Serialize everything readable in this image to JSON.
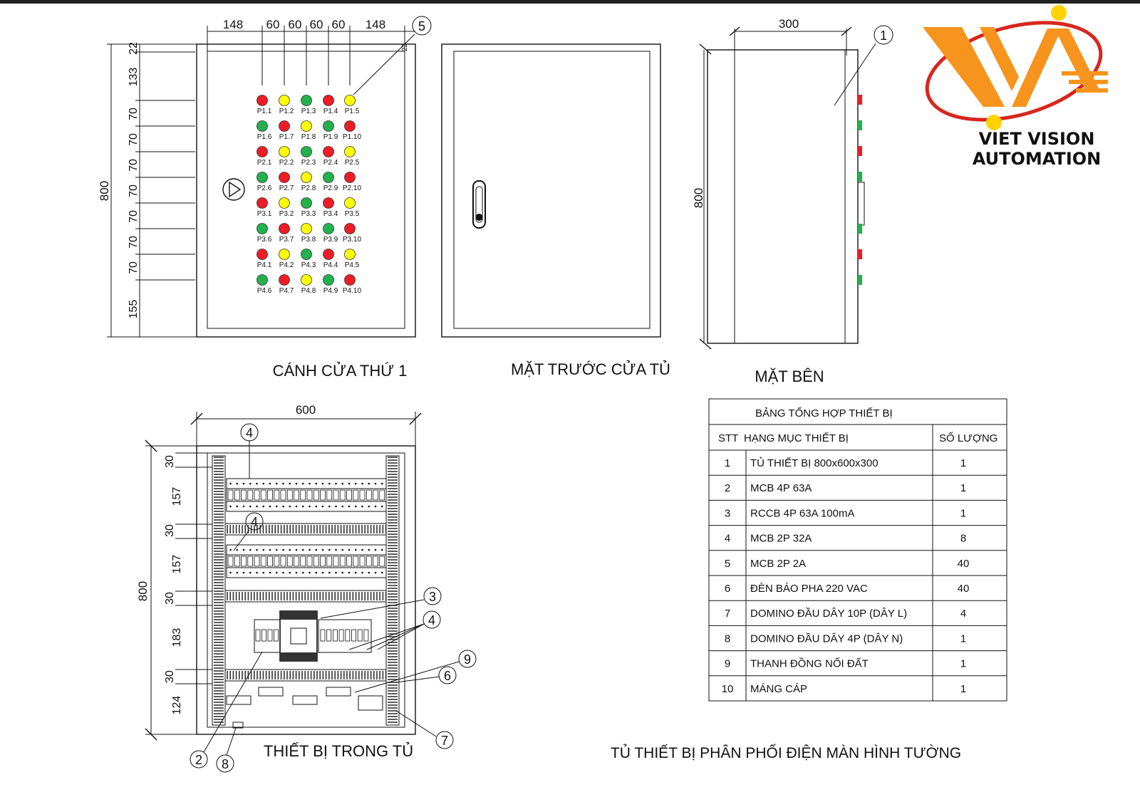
{
  "titles": {
    "door1": "CÁNH CỬA THỨ 1",
    "front": "MẶT TRƯỚC CỬA TỦ",
    "side": "MẶT BÊN",
    "inside": "THIẾT BỊ TRONG TỦ",
    "main": "TỦ THIẾT BỊ PHÂN PHỐI ĐIỆN MÀN HÌNH TƯỜNG"
  },
  "logo": {
    "line1": "VIET VISION",
    "line2": "AUTOMATION"
  },
  "door1": {
    "top_dims": [
      "148",
      "60",
      "60",
      "60",
      "60",
      "148"
    ],
    "right_dim": "22",
    "height_dim": "800",
    "left_dims": [
      "22",
      "133",
      "70",
      "70",
      "70",
      "70",
      "70",
      "70",
      "70",
      "155"
    ],
    "lamp_rows": [
      [
        "P1.1",
        "P1.2",
        "P1.3",
        "P1.4",
        "P1.5"
      ],
      [
        "P1.6",
        "P1.7",
        "P1.8",
        "P1.9",
        "P1.10"
      ],
      [
        "P2.1",
        "P2.2",
        "P2.3",
        "P2.4",
        "P2.5"
      ],
      [
        "P2.6",
        "P2.7",
        "P2.8",
        "P2.9",
        "P2.10"
      ],
      [
        "P3.1",
        "P3.2",
        "P3.3",
        "P3.4",
        "P3.5"
      ],
      [
        "P3.6",
        "P3.7",
        "P3.8",
        "P3.9",
        "P3.10"
      ],
      [
        "P4.1",
        "P4.2",
        "P4.3",
        "P4.4",
        "P4.5"
      ],
      [
        "P4.6",
        "P4.7",
        "P4.8",
        "P4.9",
        "P4.10"
      ]
    ],
    "row_colors_odd": [
      "#ee1c24",
      "#ffff00",
      "#22b14c",
      "#ee1c24",
      "#ffff00"
    ],
    "row_colors_even": [
      "#22b14c",
      "#ee1c24",
      "#ffff00",
      "#22b14c",
      "#ee1c24"
    ]
  },
  "side": {
    "width_dim": "300",
    "height_dim": "800"
  },
  "inside": {
    "width_dim": "600",
    "height_dim": "800",
    "left_dims": [
      "30",
      "157",
      "30",
      "157",
      "30",
      "183",
      "30",
      "124"
    ]
  },
  "callouts": {
    "c1": "1",
    "c2": "2",
    "c3": "3",
    "c4": "4",
    "c5": "5",
    "c6": "6",
    "c7": "7",
    "c8": "8",
    "c9": "9"
  },
  "table": {
    "title": "BẢNG TỔNG HỢP THIẾT BỊ",
    "headers": [
      "STT",
      "HẠNG MỤC THIẾT BỊ",
      "SỐ LƯỢNG"
    ],
    "rows": [
      [
        "1",
        "TỦ THIẾT BỊ 800x600x300",
        "1"
      ],
      [
        "2",
        "MCB 4P 63A",
        "1"
      ],
      [
        "3",
        "RCCB 4P 63A 100mA",
        "1"
      ],
      [
        "4",
        "MCB 2P 32A",
        "8"
      ],
      [
        "5",
        "MCB 2P 2A",
        "40"
      ],
      [
        "6",
        "ĐÈN BÁO PHA 220 VAC",
        "40"
      ],
      [
        "7",
        "DOMINO ĐẦU DÂY 10P (DÂY L)",
        "4"
      ],
      [
        "8",
        "DOMINO ĐẦU DÂY 4P (DÂY N)",
        "1"
      ],
      [
        "9",
        "THANH ĐỒNG NỐI ĐẤT",
        "1"
      ],
      [
        "10",
        "MÁNG CÁP",
        "1"
      ]
    ]
  },
  "colors": {
    "red": "#ee1c24",
    "yellow": "#ffff00",
    "green": "#22b14c",
    "logo_orange": "#f7941d",
    "logo_red": "#d7261e"
  }
}
